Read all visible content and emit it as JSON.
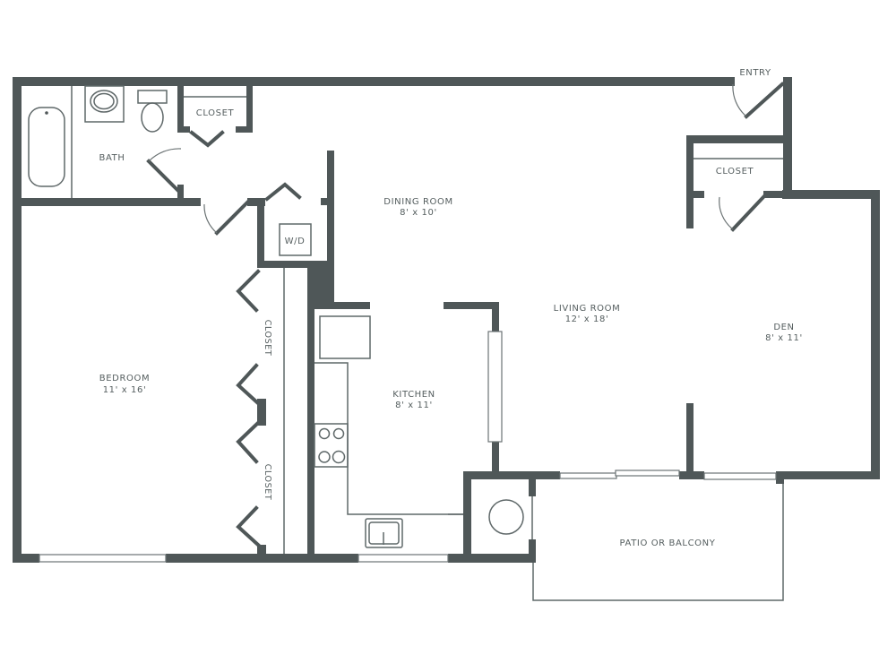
{
  "floorplan": {
    "colors": {
      "wall": "#4f5758",
      "fixture": "#5f6869",
      "label": "#555e5f",
      "background": "#ffffff"
    },
    "rooms": {
      "bath": {
        "name": "BATH"
      },
      "bath_closet": {
        "name": "CLOSET"
      },
      "entry": {
        "name": "ENTRY"
      },
      "entry_closet": {
        "name": "CLOSET"
      },
      "dining_room": {
        "name": "DINING ROOM",
        "size": "8' x 10'"
      },
      "living_room": {
        "name": "LIVING ROOM",
        "size": "12' x 18'"
      },
      "den": {
        "name": "DEN",
        "size": "8' x 11'"
      },
      "bedroom": {
        "name": "BEDROOM",
        "size": "11' x 16'"
      },
      "bedroom_closet_1": {
        "name": "CLOSET"
      },
      "bedroom_closet_2": {
        "name": "CLOSET"
      },
      "laundry": {
        "name": "W/D"
      },
      "kitchen": {
        "name": "KITCHEN",
        "size": "8' x 11'"
      },
      "patio": {
        "name": "PATIO OR BALCONY"
      }
    },
    "fixtures": [
      "bathtub-icon",
      "sink-icon",
      "toilet-icon",
      "washer-dryer-icon",
      "refrigerator-icon",
      "stove-icon",
      "kitchen-sink-icon",
      "water-heater-icon"
    ]
  }
}
